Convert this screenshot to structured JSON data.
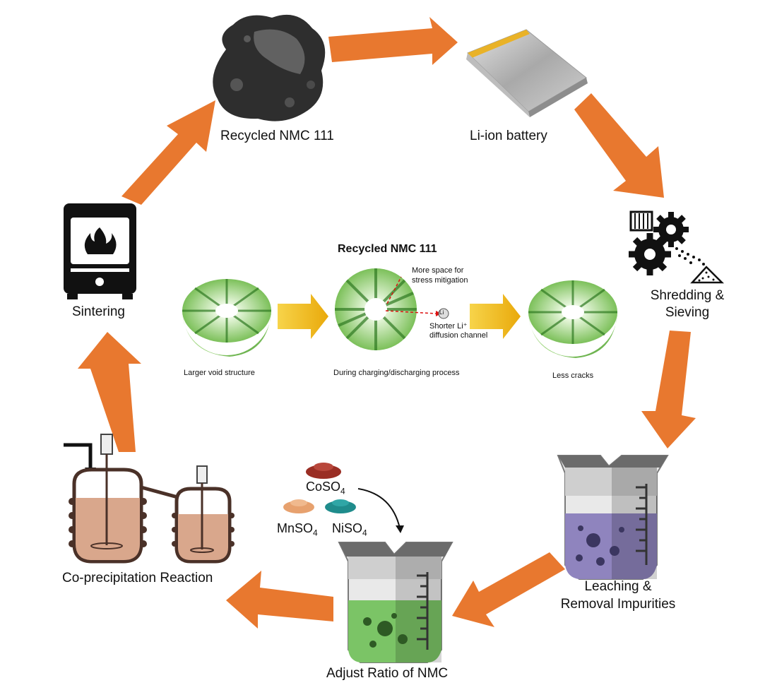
{
  "labels": {
    "recycled_nmc": "Recycled NMC 111",
    "li_ion_battery": "Li-ion battery",
    "shredding_line1": "Shredding &",
    "shredding_line2": "Sieving",
    "leaching_line1": "Leaching &",
    "leaching_line2": "Removal Impurities",
    "adjust_ratio": "Adjust Ratio of NMC",
    "coprecipitation": "Co-precipitation Reaction",
    "sintering": "Sintering"
  },
  "center_panel": {
    "title": "Recycled NMC 111",
    "larger_void": "Larger void structure",
    "during_process": "During charging/discharging process",
    "less_cracks": "Less cracks",
    "stress_line1": "More space for",
    "stress_line2": "stress mitigation",
    "li_badge": "Li",
    "diffusion_line1": "Shorter Li⁺",
    "diffusion_line2": "diffusion channel"
  },
  "precursors": {
    "co_base": "CoSO",
    "mn_base": "MnSO",
    "ni_base": "NiSO",
    "subscript": "4"
  },
  "colors": {
    "arrow_orange": "#E8782F",
    "arrow_yellow": "#F2B90F",
    "sphere_green": "#9ED97E",
    "leach_liquid": "#8F84BE",
    "adjust_liquid": "#7BC466",
    "reactor_liquid": "#D9A78C",
    "co_powder": "#9A2E24",
    "mn_powder": "#E7A16E",
    "ni_powder": "#1F8C8C"
  }
}
